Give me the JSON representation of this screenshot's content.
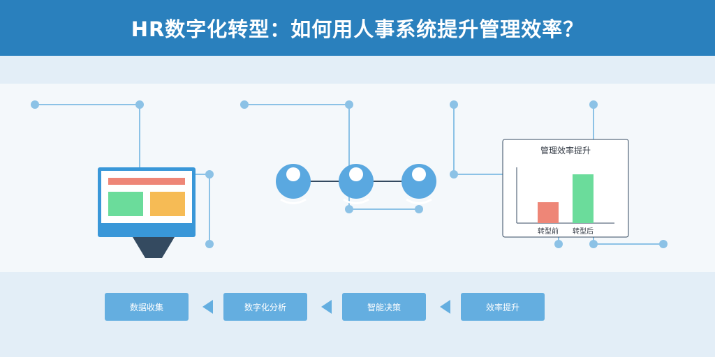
{
  "header": {
    "title": "HR数字化转型：如何用人事系统提升管理效率？"
  },
  "chart": {
    "title": "管理效率提升",
    "bars": [
      {
        "label": "转型前",
        "value": 30,
        "color": "#ee8677"
      },
      {
        "label": "转型后",
        "value": 70,
        "color": "#6bdc9b"
      }
    ],
    "max": 80
  },
  "monitor": {
    "colors": {
      "frame": "#3997d8",
      "bar": "#ee8677",
      "block_left": "#6bdc9b",
      "block_right": "#f6bb55",
      "stand": "#344a60"
    }
  },
  "people": {
    "color": "#5aa8e0"
  },
  "circuit": {
    "color": "#8cc2e6"
  },
  "steps": [
    {
      "label": "数据收集"
    },
    {
      "label": "数字化分析"
    },
    {
      "label": "智能决策"
    },
    {
      "label": "效率提升"
    }
  ]
}
